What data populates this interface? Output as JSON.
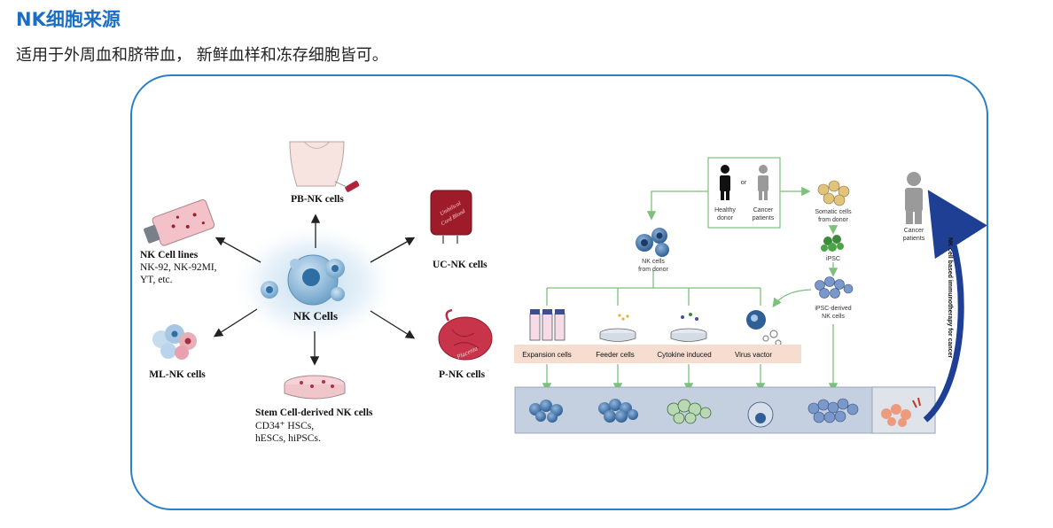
{
  "page": {
    "heading": "NK细胞来源",
    "subtitle": "适用于外周血和脐带血， 新鲜血样和冻存细胞皆可。"
  },
  "left_diagram": {
    "center_label": "NK Cells",
    "pb": "PB-NK cells",
    "uc": "UC-NK cells",
    "p": "P-NK cells",
    "ml": "ML-NK cells",
    "lines_title": "NK Cell lines",
    "lines_sub1": "NK-92, NK-92MI,",
    "lines_sub2": "YT, etc.",
    "stem_title": "Stem Cell-derived NK cells",
    "stem_sub1": "CD34⁺ HSCs,",
    "stem_sub2": "hESCs, hiPSCs.",
    "bag_text1": "Umbilical",
    "bag_text2": "Cord Blood",
    "placenta_text": "Placenta"
  },
  "right_diagram": {
    "healthy_donor_1": "Healthy",
    "healthy_donor_2": "donor",
    "or": "or",
    "cancer_patients_1": "Cancer",
    "cancer_patients_2": "patients",
    "somatic_1": "Somatic cells",
    "somatic_2": "from donor",
    "ipsc": "iPSC",
    "ipsc_derived_1": "iPSC-derived",
    "ipsc_derived_2": "NK cells",
    "nk_from_donor_1": "NK cells",
    "nk_from_donor_2": "from donor",
    "expansion": "Expansion cells",
    "feeder": "Feeder cells",
    "cytokine": "Cytokine induced",
    "virus": "Virus vactor",
    "cancer_right_1": "Cancer",
    "cancer_right_2": "patients",
    "vertical_text": "NK cell based immunotherapy for cancer"
  },
  "colors": {
    "heading": "#1a6fc4",
    "frame": "#2a7fc9",
    "green_line": "#7cc07c",
    "label_band": "#f6ddd0",
    "bottom_panel": "#c4cfe0",
    "arrow_blue": "#1e3f93"
  }
}
